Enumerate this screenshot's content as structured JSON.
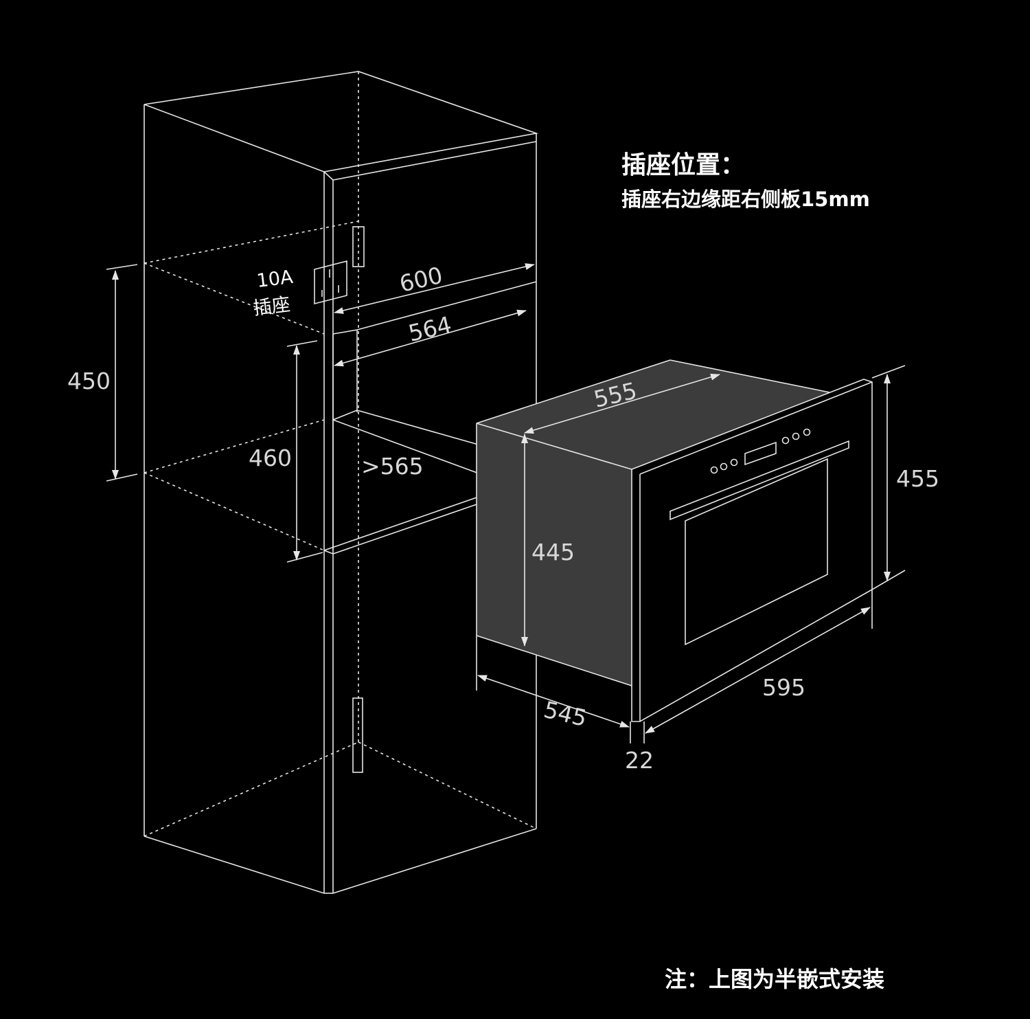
{
  "socket_info": {
    "heading": "插座位置：",
    "detail": "插座右边缘距右侧板15mm"
  },
  "socket_label": {
    "rating": "10A",
    "name": "插座"
  },
  "dimensions": {
    "cabinet_width": "600",
    "opening_width": "564",
    "cabinet_section_height": "450",
    "opening_height": "460",
    "opening_depth": ">565",
    "oven_body_width": "555",
    "oven_body_height": "445",
    "oven_depth": "545",
    "oven_front_height": "455",
    "oven_front_width": "595",
    "front_panel_thickness": "22"
  },
  "note": "注：上图为半嵌式安装",
  "colors": {
    "background": "#000000",
    "line": "#e6e6e6",
    "oven_body": "#3a3a3a"
  }
}
